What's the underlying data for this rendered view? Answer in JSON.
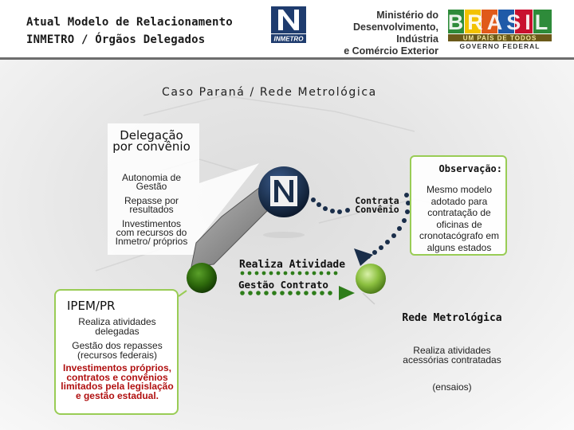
{
  "header": {
    "title_line1": "Atual Modelo de Relacionamento",
    "title_line2": "INMETRO / Órgãos Delegados",
    "inmetro_logo_text": "INMETRO",
    "ministry_line1": "Ministério do",
    "ministry_line2": "Desenvolvimento, Indústria",
    "ministry_line3": "e Comércio Exterior",
    "brasil_word": "BRASIL",
    "brasil_slogan": "UM PAÍS DE TODOS",
    "brasil_gov": "GOVERNO FEDERAL"
  },
  "slide": {
    "subtitle": "Caso Paraná / Rede Metrológica"
  },
  "delegacao": {
    "title": "Delegação por convênio",
    "items": [
      "Autonomia de Gestão",
      "Repasse por resultados",
      "Investimentos com recursos do Inmetro/ próprios"
    ]
  },
  "observacao": {
    "title": "Observação:",
    "text": "Mesmo modelo adotado para contratação de oficinas de cronotacógrafo em alguns estados"
  },
  "arrows": {
    "contrata": "Contrata Convênio",
    "realiza": "Realiza Atividade",
    "gestao": "Gestão Contrato"
  },
  "ipem": {
    "title": "IPEM/PR",
    "items": [
      "Realiza atividades delegadas",
      "Gestão dos repasses (recursos federais)"
    ],
    "highlight": "Investimentos próprios, contratos e convênios limitados pela legislação e gestão estadual."
  },
  "rede": {
    "title": "Rede Metrológica",
    "items": [
      "Realiza atividades acessórias contratadas",
      "(ensaios)"
    ]
  },
  "colors": {
    "accent_green": "#99cc55",
    "node_green_dark": "#2e6a0c",
    "node_green_light": "#8cc040",
    "arrow_navy": "#1a2e4a",
    "arrow_green": "#2e7d1a",
    "highlight_red": "#b01010"
  }
}
